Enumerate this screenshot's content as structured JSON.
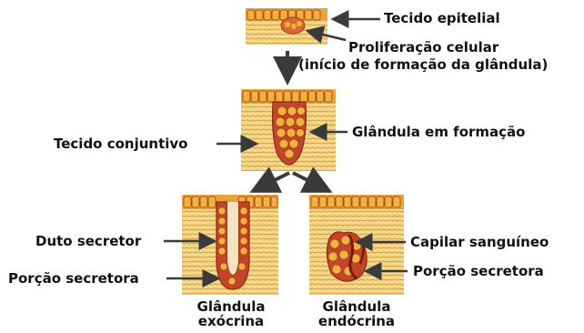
{
  "labels": {
    "epithelial_tissue": "Tecido epitelial",
    "proliferation_line1": "Proliferação celular",
    "proliferation_line2": "(início de formação da glândula)",
    "connective_tissue": "Tecido conjuntivo",
    "gland_forming": "Glândula em formação",
    "secretory_duct": "Duto secretor",
    "secretory_portion_left": "Porção secretora",
    "blood_capillary": "Capilar sanguíneo",
    "secretory_portion_right": "Porção secretora"
  },
  "captions": {
    "exocrine_line1": "Glândula",
    "exocrine_line2": "exócrina",
    "endocrine_line1": "Glândula",
    "endocrine_line2": "endócrina"
  },
  "colors": {
    "connective": "#f2d27a",
    "epithelium": "#e9a33a",
    "cell_fill": "#f0b23c",
    "cell_outline": "#9b3a1a",
    "gland_red": "#c2452a",
    "arrow": "#3a3a3a"
  }
}
